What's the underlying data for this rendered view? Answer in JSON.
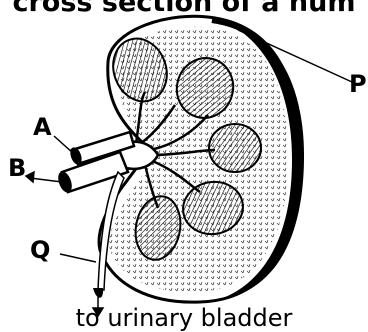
{
  "diagram": {
    "title": "cross section of a hum",
    "labels": {
      "P": "P",
      "A": "A",
      "B": "B",
      "Q": "Q"
    },
    "footer": "to urinary bladder"
  }
}
